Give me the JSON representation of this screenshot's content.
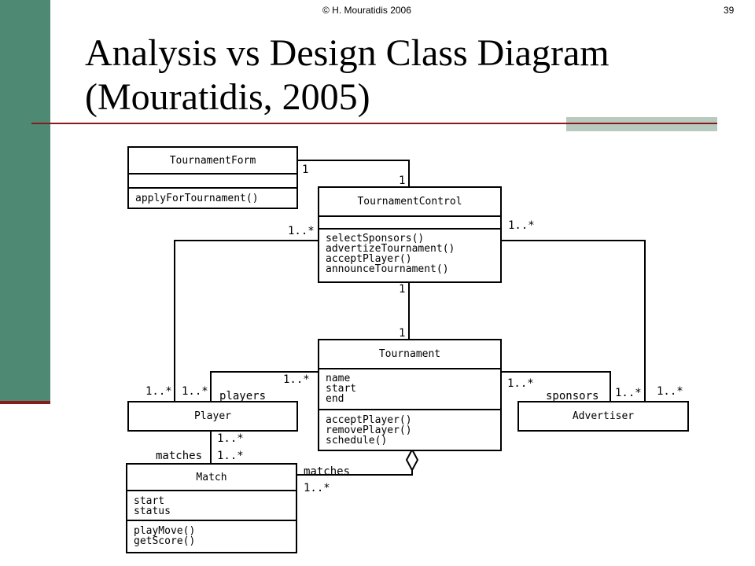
{
  "slide": {
    "copyright": "© H. Mouratidis 2006",
    "page_number": "39",
    "title": "Analysis vs Design Class Diagram (Mouratidis, 2005)"
  },
  "classes": {
    "tournament_form": {
      "name": "TournamentForm",
      "operations": [
        "applyForTournament()"
      ]
    },
    "tournament_control": {
      "name": "TournamentControl",
      "operations": [
        "selectSponsors()",
        "advertizeTournament()",
        "acceptPlayer()",
        "announceTournament()"
      ]
    },
    "tournament": {
      "name": "Tournament",
      "attributes": [
        "name",
        "start",
        "end"
      ],
      "operations": [
        "acceptPlayer()",
        "removePlayer()",
        "schedule()"
      ]
    },
    "player": {
      "name": "Player"
    },
    "advertiser": {
      "name": "Advertiser"
    },
    "match": {
      "name": "Match",
      "attributes": [
        "start",
        "status"
      ],
      "operations": [
        "playMove()",
        "getScore()"
      ]
    }
  },
  "labels": {
    "form_control_1a": "1",
    "form_control_1b": "1",
    "control_player": "1..*",
    "control_advertiser": "1..*",
    "control_tournament_1a": "1",
    "control_tournament_1b": "1",
    "tournament_player": "1..*",
    "tournament_advertiser": "1..*",
    "player_left_a": "1..*",
    "player_left_b": "1..*",
    "players_role": "players",
    "sponsors_role": "sponsors",
    "advertiser_right_a": "1..*",
    "advertiser_right_b": "1..*",
    "player_match_a": "1..*",
    "player_match_b": "1..*",
    "matches_role_left": "matches",
    "matches_role_right": "matches",
    "tournament_match": "1..*"
  }
}
